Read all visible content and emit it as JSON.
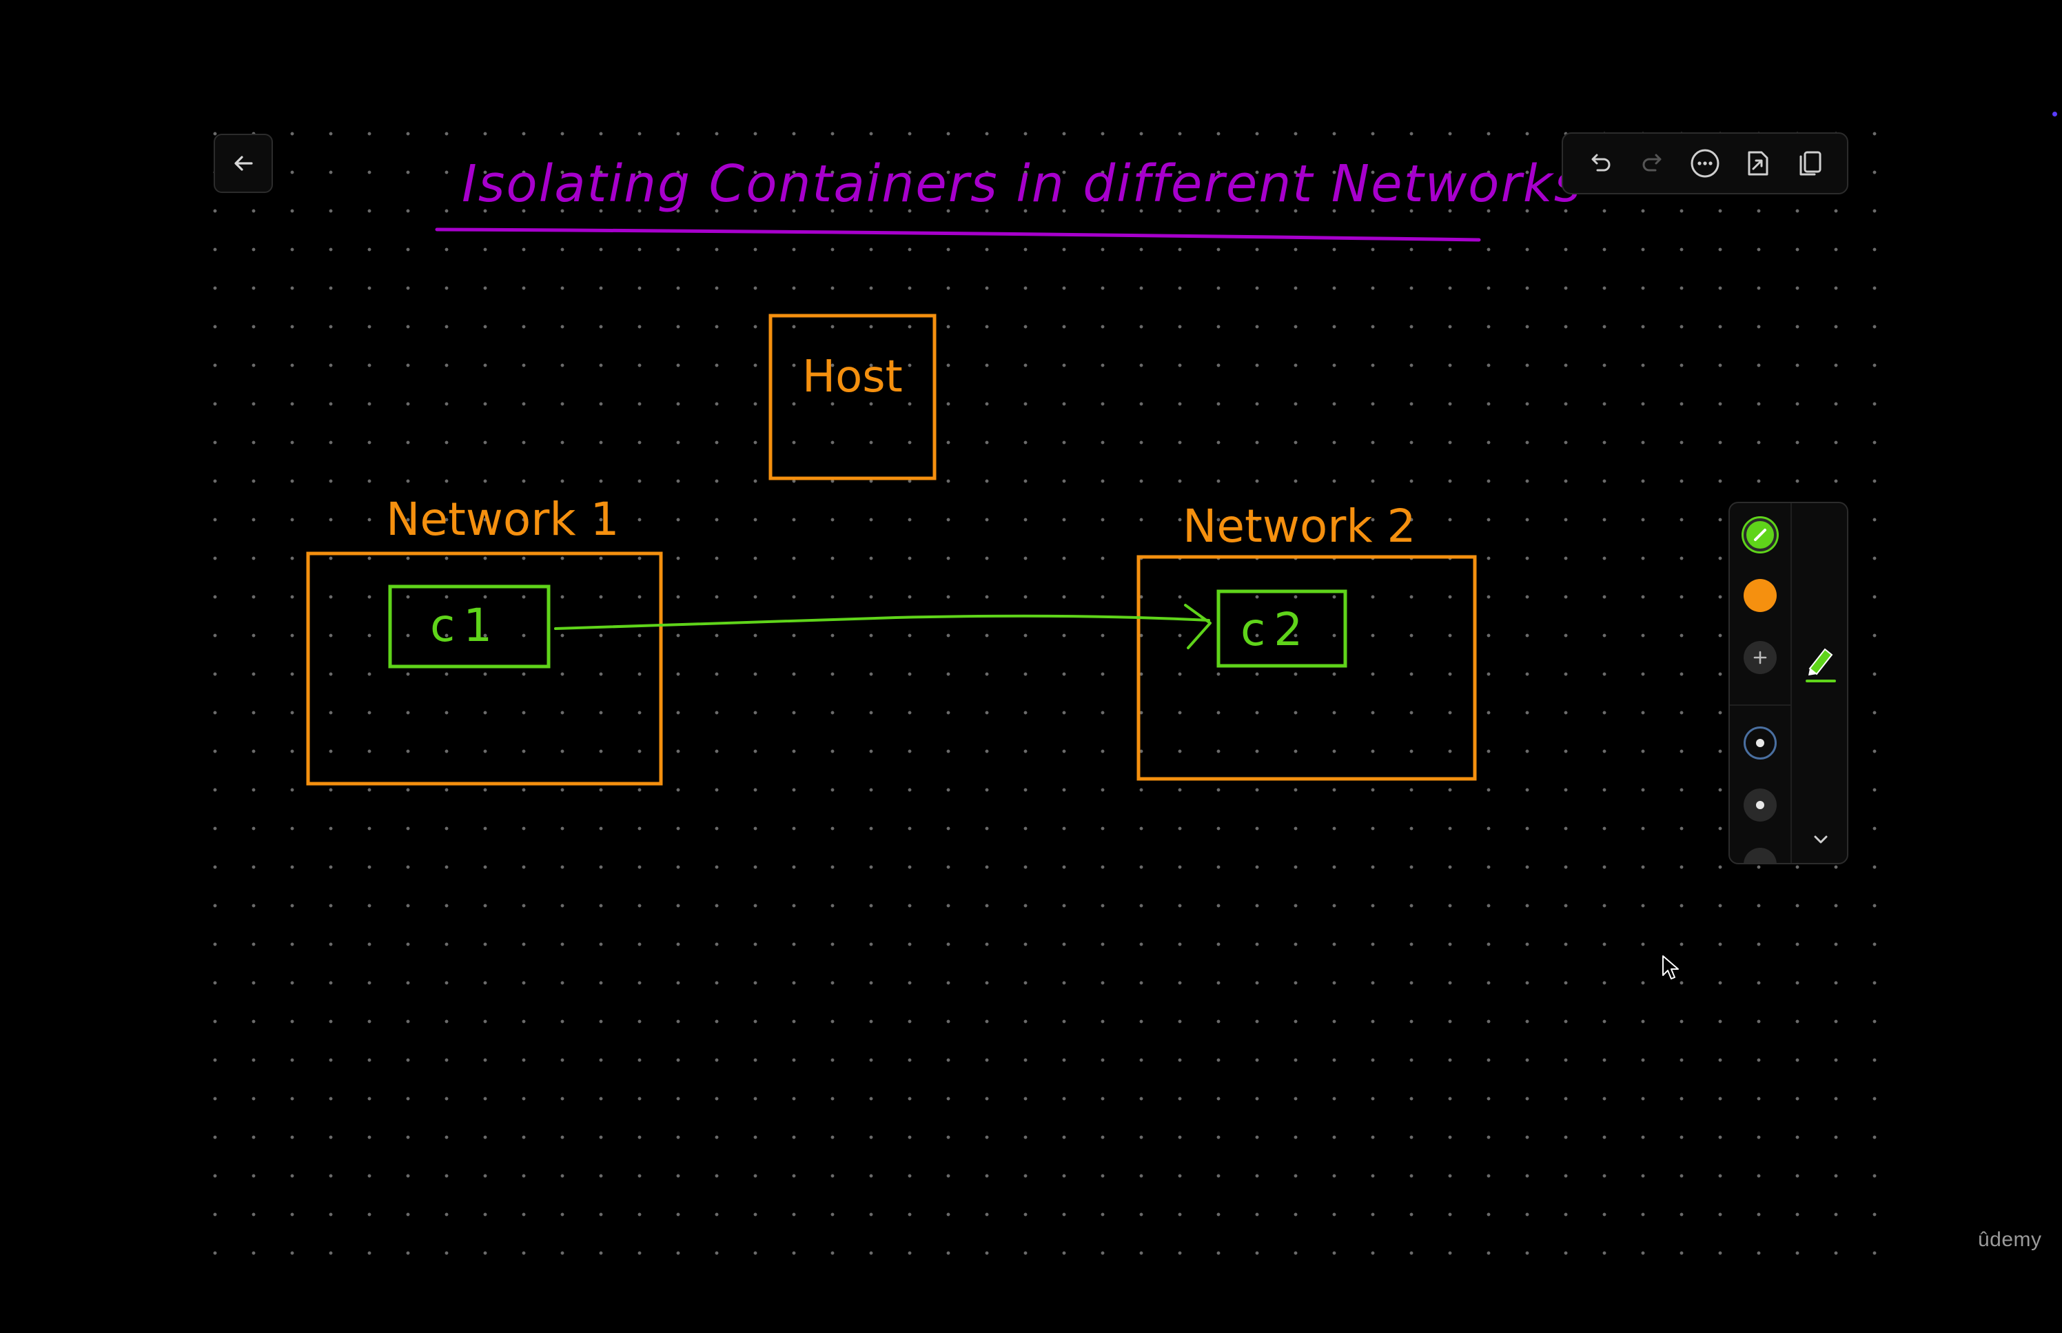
{
  "app": {
    "watermark": "ûdemy"
  },
  "toolbar": {
    "buttons": [
      "undo-icon",
      "redo-icon",
      "more-icon",
      "export-icon",
      "copy-icon"
    ]
  },
  "board": {
    "title": "Isolating   Containers in different Networks",
    "host_label": "Host",
    "network1_label": "Network 1",
    "network2_label": "Network 2",
    "container1_label": "c1",
    "container2_label": "c2"
  },
  "palette": {
    "colors": {
      "purple": "#a700cc",
      "orange": "#f5900f",
      "green": "#5fd41a"
    },
    "selected_color": "green",
    "tools": [
      "pen-icon"
    ]
  }
}
